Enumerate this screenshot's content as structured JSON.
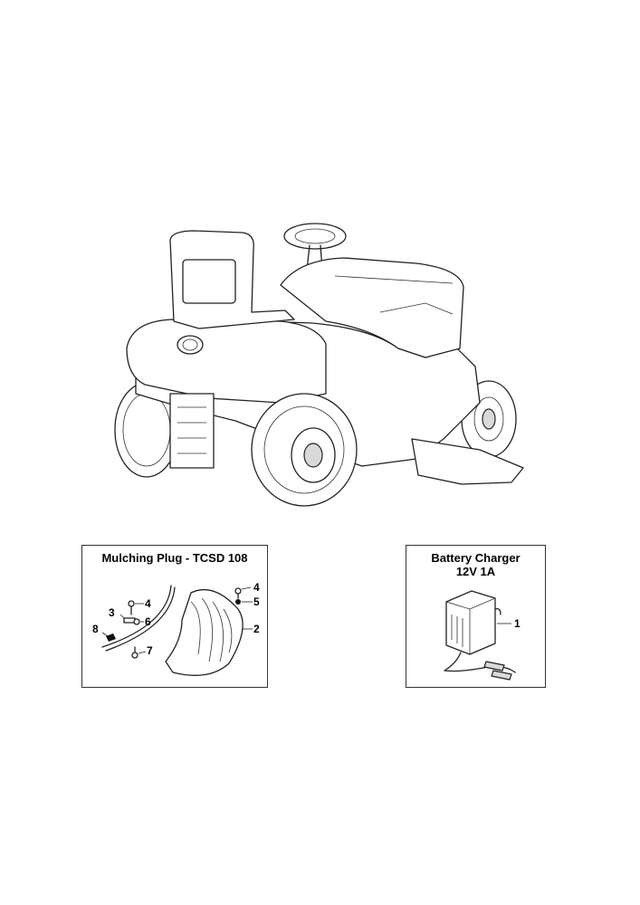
{
  "main_illustration": {
    "subject": "ride-on-tractor-mower"
  },
  "mulching_box": {
    "title": "Mulching Plug - TCSD 108",
    "callouts": [
      "4",
      "5",
      "2",
      "3",
      "4",
      "6",
      "8",
      "7"
    ]
  },
  "battery_box": {
    "title_line1": "Battery Charger",
    "title_line2": "12V 1A",
    "callouts": [
      "1"
    ]
  }
}
